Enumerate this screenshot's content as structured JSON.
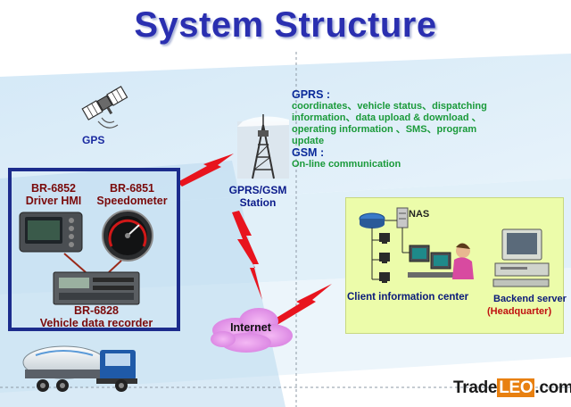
{
  "title": "System Structure",
  "gps": {
    "label": "GPS",
    "icon": "satellite-icon"
  },
  "info": {
    "gprs_heading": "GPRS :",
    "gprs_lines": [
      "coordinates、vehicle status、dispatching",
      "information、data upload & download 、",
      "operating information 、SMS、program",
      "update"
    ],
    "gsm_heading": "GSM :",
    "gsm_line": "On-line communication"
  },
  "station": {
    "line1": "GPRS/GSM",
    "line2": "Station",
    "icon": "radio-tower-icon"
  },
  "devices": {
    "hmi": {
      "model": "BR-6852",
      "name": "Driver HMI"
    },
    "speedometer": {
      "model": "BR-6851",
      "name": "Speedometer"
    },
    "recorder": {
      "model": "BR-6828",
      "name": "Vehicle data recorder"
    }
  },
  "internet": {
    "label": "Internet"
  },
  "client": {
    "nas_label": "NAS",
    "center_label": "Client information center",
    "server_label": "Backend server",
    "hq_label": "(Headquarter)"
  },
  "brand": {
    "part1": "Trade",
    "part2": "LEO",
    "part3": ".com"
  },
  "colors": {
    "title": "#2a2fb0",
    "box_border": "#1c2c8c",
    "lightning": "#e8141e",
    "info_text": "#1a9a3a",
    "client_bg": "#ecfcaa",
    "hq_text": "#c01010"
  }
}
